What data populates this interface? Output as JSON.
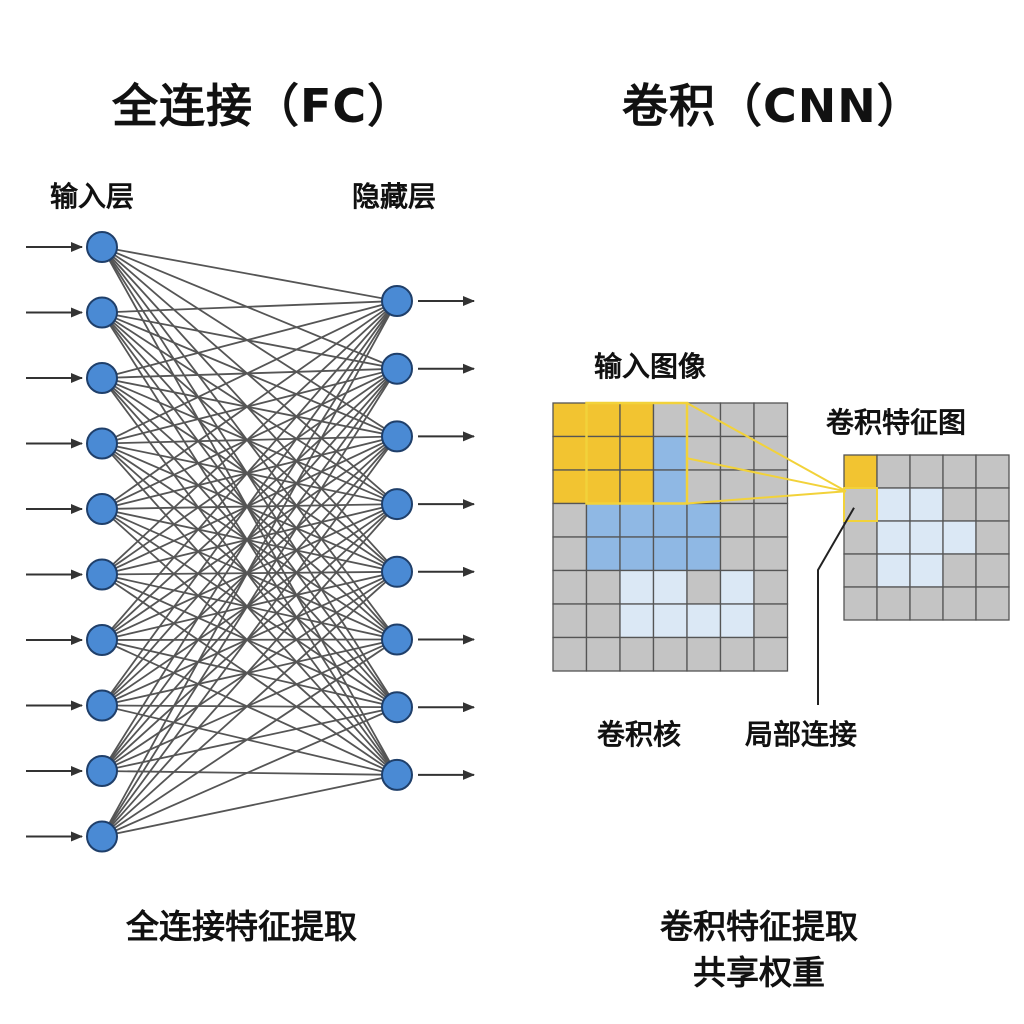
{
  "fc": {
    "title": "全连接（FC）",
    "input_label": "输入层",
    "hidden_label": "隐藏层",
    "input_nodes": 10,
    "hidden_nodes": 8,
    "caption": "全连接特征提取"
  },
  "cnn": {
    "title": "卷积（CNN）",
    "input_image_label": "输入图像",
    "feature_map_label": "卷积特征图",
    "kernel_label": "卷积核",
    "local_connection_label": "局部连接",
    "caption_line1": "卷积特征提取",
    "caption_line2": "共享权重",
    "input_grid": [
      "yyy....",
      "yyyb...",
      "yyyb...",
      ".bbbb..",
      ".bbbb..",
      "..ll.l.",
      "..llll.",
      "......."
    ],
    "feature_grid": [
      "y....",
      ".ll..",
      ".lll.",
      ".ll..",
      "....."
    ]
  },
  "colors": {
    "node_fill": "#4a8ad4",
    "node_stroke": "#1f3f6a",
    "edge": "#555555",
    "cell_gray": "#c4c4c4",
    "cell_yellow": "#f2c431",
    "cell_blue": "#8fb8e4",
    "cell_light_blue": "#dbe8f5",
    "grid_line": "#555555",
    "highlight_line": "#f2d23a"
  }
}
